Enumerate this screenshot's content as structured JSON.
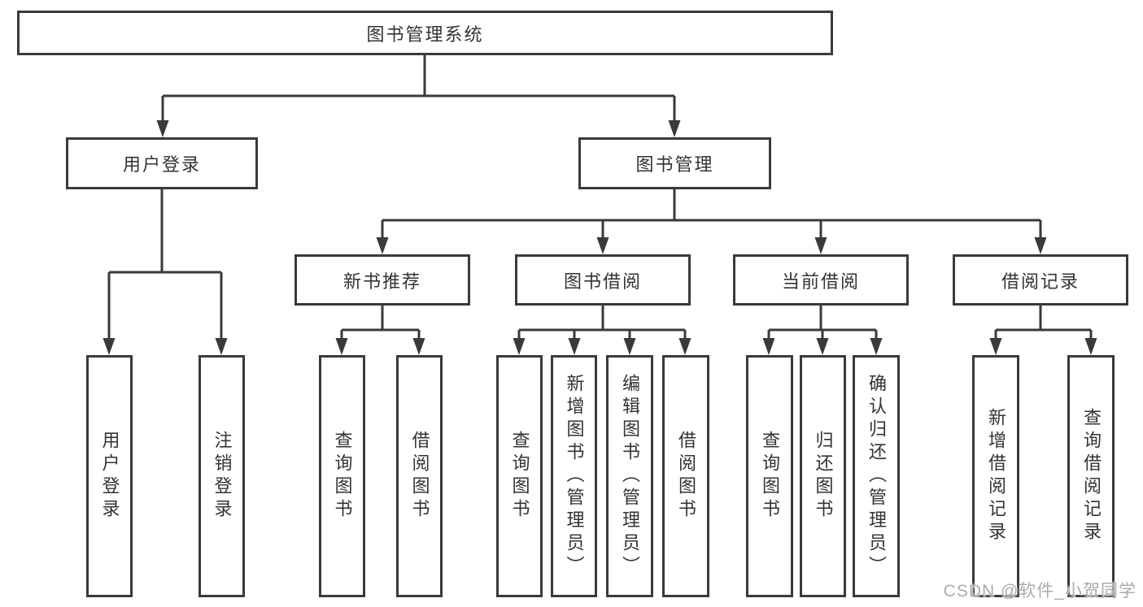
{
  "colors": {
    "line": "#3a3a3a",
    "box_border": "#3a3a3a",
    "box_background": "#ffffff",
    "text": "#333333",
    "watermark": "#ababab"
  },
  "watermark": {
    "text": "CSDN @软件_小贺同学"
  },
  "tree": {
    "root": {
      "label": "图书管理系统",
      "children": [
        {
          "label": "用户登录",
          "children": [
            {
              "label": "用户登录"
            },
            {
              "label": "注销登录"
            }
          ]
        },
        {
          "label": "图书管理",
          "children": [
            {
              "label": "新书推荐",
              "children": [
                {
                  "label": "查询图书"
                },
                {
                  "label": "借阅图书"
                }
              ]
            },
            {
              "label": "图书借阅",
              "children": [
                {
                  "label": "查询图书"
                },
                {
                  "label": "新增图书（管理员）"
                },
                {
                  "label": "编辑图书（管理员）"
                },
                {
                  "label": "借阅图书"
                }
              ]
            },
            {
              "label": "当前借阅",
              "children": [
                {
                  "label": "查询图书"
                },
                {
                  "label": "归还图书"
                },
                {
                  "label": "确认归还（管理员）"
                }
              ]
            },
            {
              "label": "借阅记录",
              "children": [
                {
                  "label": "新增借阅记录"
                },
                {
                  "label": "查询借阅记录"
                }
              ]
            }
          ]
        }
      ]
    }
  }
}
